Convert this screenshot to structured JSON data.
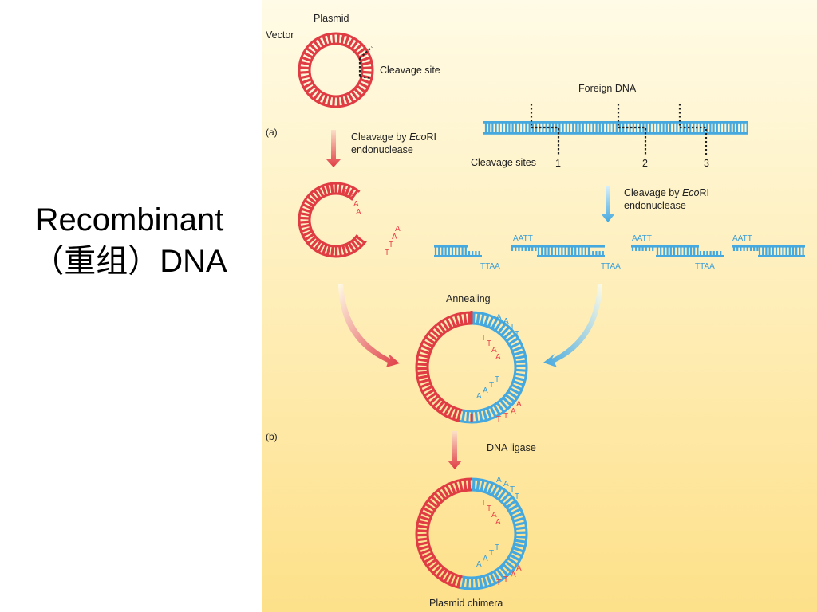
{
  "slide": {
    "title_line1": "Recombinant",
    "title_line2": "（重组）DNA"
  },
  "figure": {
    "colors": {
      "plasmid_red": "#e03c44",
      "foreign_blue": "#45a8de",
      "bg_top": "#fffbe6",
      "bg_bottom": "#fde089"
    },
    "panel_a": "(a)",
    "panel_b": "(b)",
    "plasmid": "Plasmid",
    "vector": "Vector",
    "cleavage_site": "Cleavage site",
    "foreign_dna": "Foreign DNA",
    "cleavage_sites": "Cleavage sites",
    "site_numbers": [
      "1",
      "2",
      "3"
    ],
    "ecori_prefix": "Cleavage by ",
    "ecori_italic": "Eco",
    "ecori_suffix": "RI",
    "endonuclease": "endonuclease",
    "sticky_top": "AATT",
    "sticky_bottom": "TTAA",
    "annealing": "Annealing",
    "dna_ligase": "DNA ligase",
    "plasmid_chimera": "Plasmid chimera",
    "bases": {
      "a": "A",
      "t": "T"
    }
  }
}
